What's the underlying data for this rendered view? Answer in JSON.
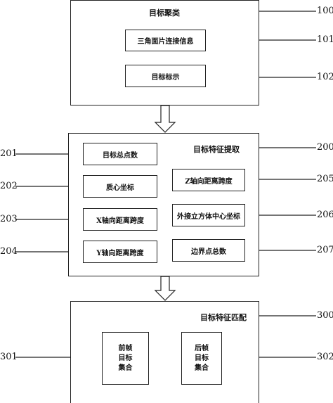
{
  "group_100": {
    "number": "100",
    "title": "目标聚类",
    "items": [
      {
        "number": "101",
        "label": "三角面片连接信息"
      },
      {
        "number": "102",
        "label": "目标标示"
      }
    ]
  },
  "group_200": {
    "number": "200",
    "title": "目标特征提取",
    "items": [
      {
        "number": "201",
        "label": "目标总点数"
      },
      {
        "number": "202",
        "label": "质心坐标"
      },
      {
        "number": "203",
        "label": "X轴向距离跨度"
      },
      {
        "number": "204",
        "label": "Y轴向距离跨度"
      },
      {
        "number": "205",
        "label": "Z轴向距离跨度"
      },
      {
        "number": "206",
        "label": "外接立方体中心坐标"
      },
      {
        "number": "207",
        "label": "边界点总数"
      }
    ]
  },
  "group_300": {
    "number": "300",
    "title": "目标特征匹配",
    "items": [
      {
        "number": "301",
        "lines": [
          "前帧",
          "目标",
          "集合"
        ]
      },
      {
        "number": "302",
        "lines": [
          "后帧",
          "目标",
          "集合"
        ]
      }
    ]
  }
}
